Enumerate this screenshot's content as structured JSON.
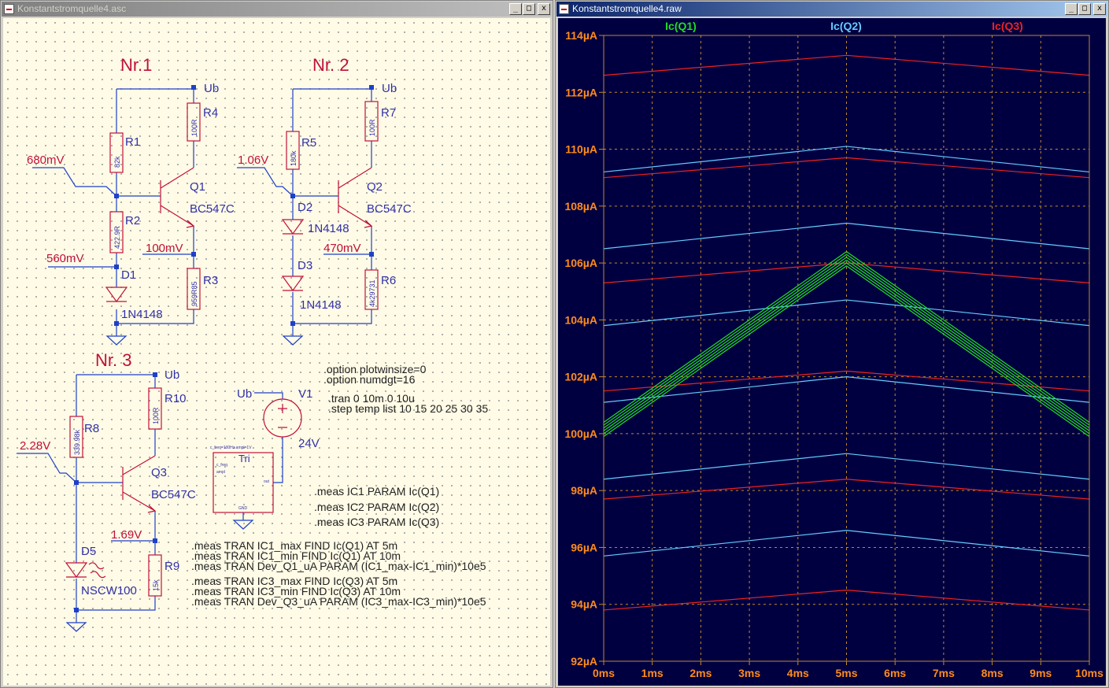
{
  "schematic_window": {
    "title": "Konstantstromquelle4.asc",
    "buttons": {
      "minimize": "_",
      "maximize": "□",
      "close": "x"
    }
  },
  "waveform_window": {
    "title": "Konstantstromquelle4.raw",
    "buttons": {
      "minimize": "_",
      "maximize": "□",
      "close": "x"
    }
  },
  "schematic": {
    "circuit_titles": [
      "Nr.1",
      "Nr. 2",
      "Nr. 3"
    ],
    "net_supply": "Ub",
    "components": {
      "R1": {
        "ref": "R1",
        "value": "82k"
      },
      "R2": {
        "ref": "R2",
        "value": "422.9R"
      },
      "R3": {
        "ref": "R3",
        "value": "959R85"
      },
      "R4": {
        "ref": "R4",
        "value": "100R"
      },
      "R5": {
        "ref": "R5",
        "value": "180k"
      },
      "R6": {
        "ref": "R6",
        "value": "4k29731"
      },
      "R7": {
        "ref": "R7",
        "value": "100R"
      },
      "R8": {
        "ref": "R8",
        "value": "339.98k"
      },
      "R9": {
        "ref": "R9",
        "value": "15k"
      },
      "R10": {
        "ref": "R10",
        "value": "100R"
      },
      "Q1": {
        "ref": "Q1",
        "value": "BC547C"
      },
      "Q2": {
        "ref": "Q2",
        "value": "BC547C"
      },
      "Q3": {
        "ref": "Q3",
        "value": "BC547C"
      },
      "D1": {
        "ref": "D1",
        "value": "1N4148"
      },
      "D2": {
        "ref": "D2",
        "value": "1N4148"
      },
      "D3": {
        "ref": "D3",
        "value": "1N4148"
      },
      "D5": {
        "ref": "D5",
        "value": "NSCW100"
      },
      "V1": {
        "ref": "V1",
        "value": "24V"
      },
      "Tri": {
        "ref": "Tri",
        "param": "c_freq=100Hz ampl=1V",
        "pins": [
          "c_freq",
          "ampl",
          "out",
          "GND"
        ]
      }
    },
    "voltage_labels": {
      "n1_base": "680mV",
      "n1_diode": "560mV",
      "n1_emitter": "100mV",
      "n2_base": "1.06V",
      "n2_emitter": "470mV",
      "n3_base": "2.28V",
      "n3_emitter": "1.69V"
    },
    "directives": [
      ".option plotwinsize=0",
      ".option numdgt=16",
      ".tran 0 10m 0 10u",
      ".step temp list 10 15 20 25 30 35"
    ],
    "meas_param": [
      ".meas IC1 PARAM Ic(Q1)",
      ".meas IC2 PARAM Ic(Q2)",
      ".meas IC3 PARAM Ic(Q3)"
    ],
    "meas_tran": [
      ".meas TRAN IC1_max FIND Ic(Q1) AT 5m",
      ".meas TRAN IC1_min FIND Ic(Q1) AT 10m",
      ".meas TRAN Dev_Q1_uA PARAM (IC1_max-IC1_min)*10e5",
      ".meas TRAN IC3_max FIND Ic(Q3) AT 5m",
      ".meas TRAN IC3_min FIND Ic(Q3) AT 10m",
      ".meas TRAN Dev_Q3_uA PARAM (IC3_max-IC3_min)*10e5"
    ]
  },
  "colors": {
    "plot_bg": "#000041",
    "grid": "#c08a2a",
    "axis_text": "#ff8c1a",
    "wire": "#1e40c8",
    "component": "#c0103a",
    "net_label": "#3030a8"
  },
  "chart_data": {
    "type": "line",
    "x_unit": "ms",
    "x_ticks": [
      "0ms",
      "1ms",
      "2ms",
      "3ms",
      "4ms",
      "5ms",
      "6ms",
      "7ms",
      "8ms",
      "9ms",
      "10ms"
    ],
    "y_ticks": [
      "92µA",
      "94µA",
      "96µA",
      "98µA",
      "100µA",
      "102µA",
      "104µA",
      "106µA",
      "108µA",
      "110µA",
      "112µA",
      "114µA"
    ],
    "xlim": [
      0,
      10
    ],
    "ylim": [
      92,
      114
    ],
    "grid": true,
    "legend": [
      {
        "name": "Ic(Q1)",
        "color": "#22dd22"
      },
      {
        "name": "Ic(Q2)",
        "color": "#66ccff"
      },
      {
        "name": "Ic(Q3)",
        "color": "#ee2222"
      }
    ],
    "series": [
      {
        "name": "Ic(Q1)",
        "color": "#22dd22",
        "x": [
          0,
          5,
          10
        ],
        "y_steps": [
          [
            99.9,
            105.9,
            99.9
          ],
          [
            100.0,
            106.0,
            100.0
          ],
          [
            100.1,
            106.1,
            100.1
          ],
          [
            100.2,
            106.2,
            100.2
          ],
          [
            100.3,
            106.3,
            100.3
          ],
          [
            100.4,
            106.4,
            100.4
          ]
        ]
      },
      {
        "name": "Ic(Q2)",
        "color": "#66ccff",
        "x": [
          0,
          5,
          10
        ],
        "y_steps": [
          [
            95.7,
            96.6,
            95.7
          ],
          [
            98.4,
            99.3,
            98.4
          ],
          [
            101.1,
            102.0,
            101.1
          ],
          [
            103.8,
            104.7,
            103.8
          ],
          [
            106.5,
            107.4,
            106.5
          ],
          [
            109.2,
            110.1,
            109.2
          ]
        ]
      },
      {
        "name": "Ic(Q3)",
        "color": "#ee2222",
        "x": [
          0,
          5,
          10
        ],
        "y_steps": [
          [
            93.8,
            94.5,
            93.8
          ],
          [
            97.7,
            98.4,
            97.7
          ],
          [
            101.5,
            102.2,
            101.5
          ],
          [
            105.3,
            106.0,
            105.3
          ],
          [
            109.0,
            109.7,
            109.0
          ],
          [
            112.6,
            113.3,
            112.6
          ]
        ]
      }
    ]
  }
}
